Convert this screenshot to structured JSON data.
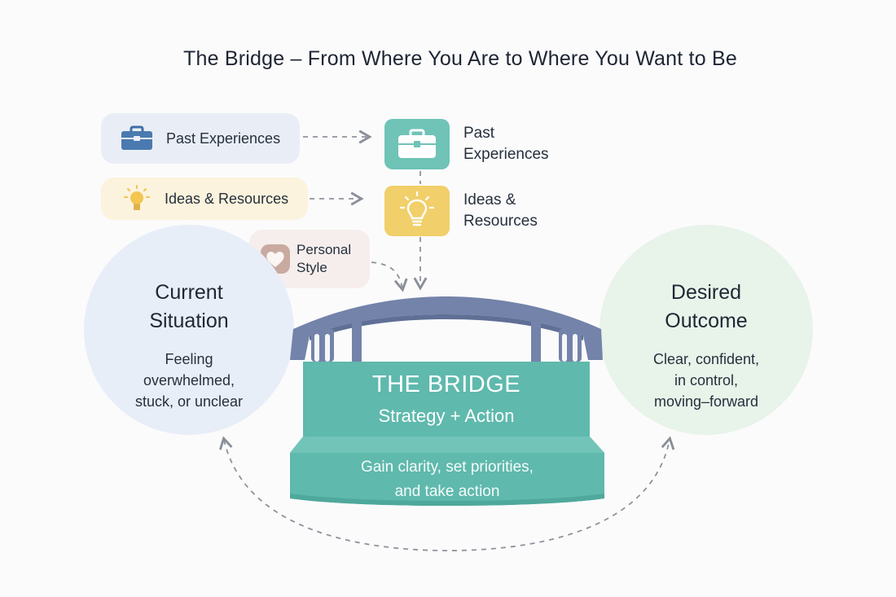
{
  "title": "The Bridge – From Where You Are to Where You Want to Be",
  "inputs": {
    "past_experiences": {
      "label": "Past Experiences",
      "icon": "briefcase-icon",
      "color": "#4a7ab0"
    },
    "ideas_resources": {
      "label": "Ideas & Resources",
      "icon": "lightbulb-icon",
      "color": "#f0c24f"
    },
    "personal_style": {
      "label": "Personal\nStyle",
      "icon": "heart-icon",
      "color": "#c9aaa0"
    }
  },
  "tiles": {
    "past_experiences": {
      "label": "Past\nExperiences",
      "icon": "briefcase-icon",
      "color": "#6fc3b7"
    },
    "ideas_resources": {
      "label": "Ideas &\nResources",
      "icon": "lightbulb-icon",
      "color": "#f1cf6a"
    }
  },
  "current": {
    "heading": "Current\nSituation",
    "description": "Feeling\noverwhelmed,\nstuck, or unclear",
    "color": "#e8eef8"
  },
  "desired": {
    "heading": "Desired\nOutcome",
    "description": "Clear, confident,\nin control,\nmoving–forward",
    "color": "#e8f3ea"
  },
  "bridge": {
    "title": "THE BRIDGE",
    "subtitle": "Strategy + Action",
    "description": "Gain clarity, set priorities,\nand take action",
    "color": "#5fb9ad",
    "rail_color": "#7080a8"
  }
}
